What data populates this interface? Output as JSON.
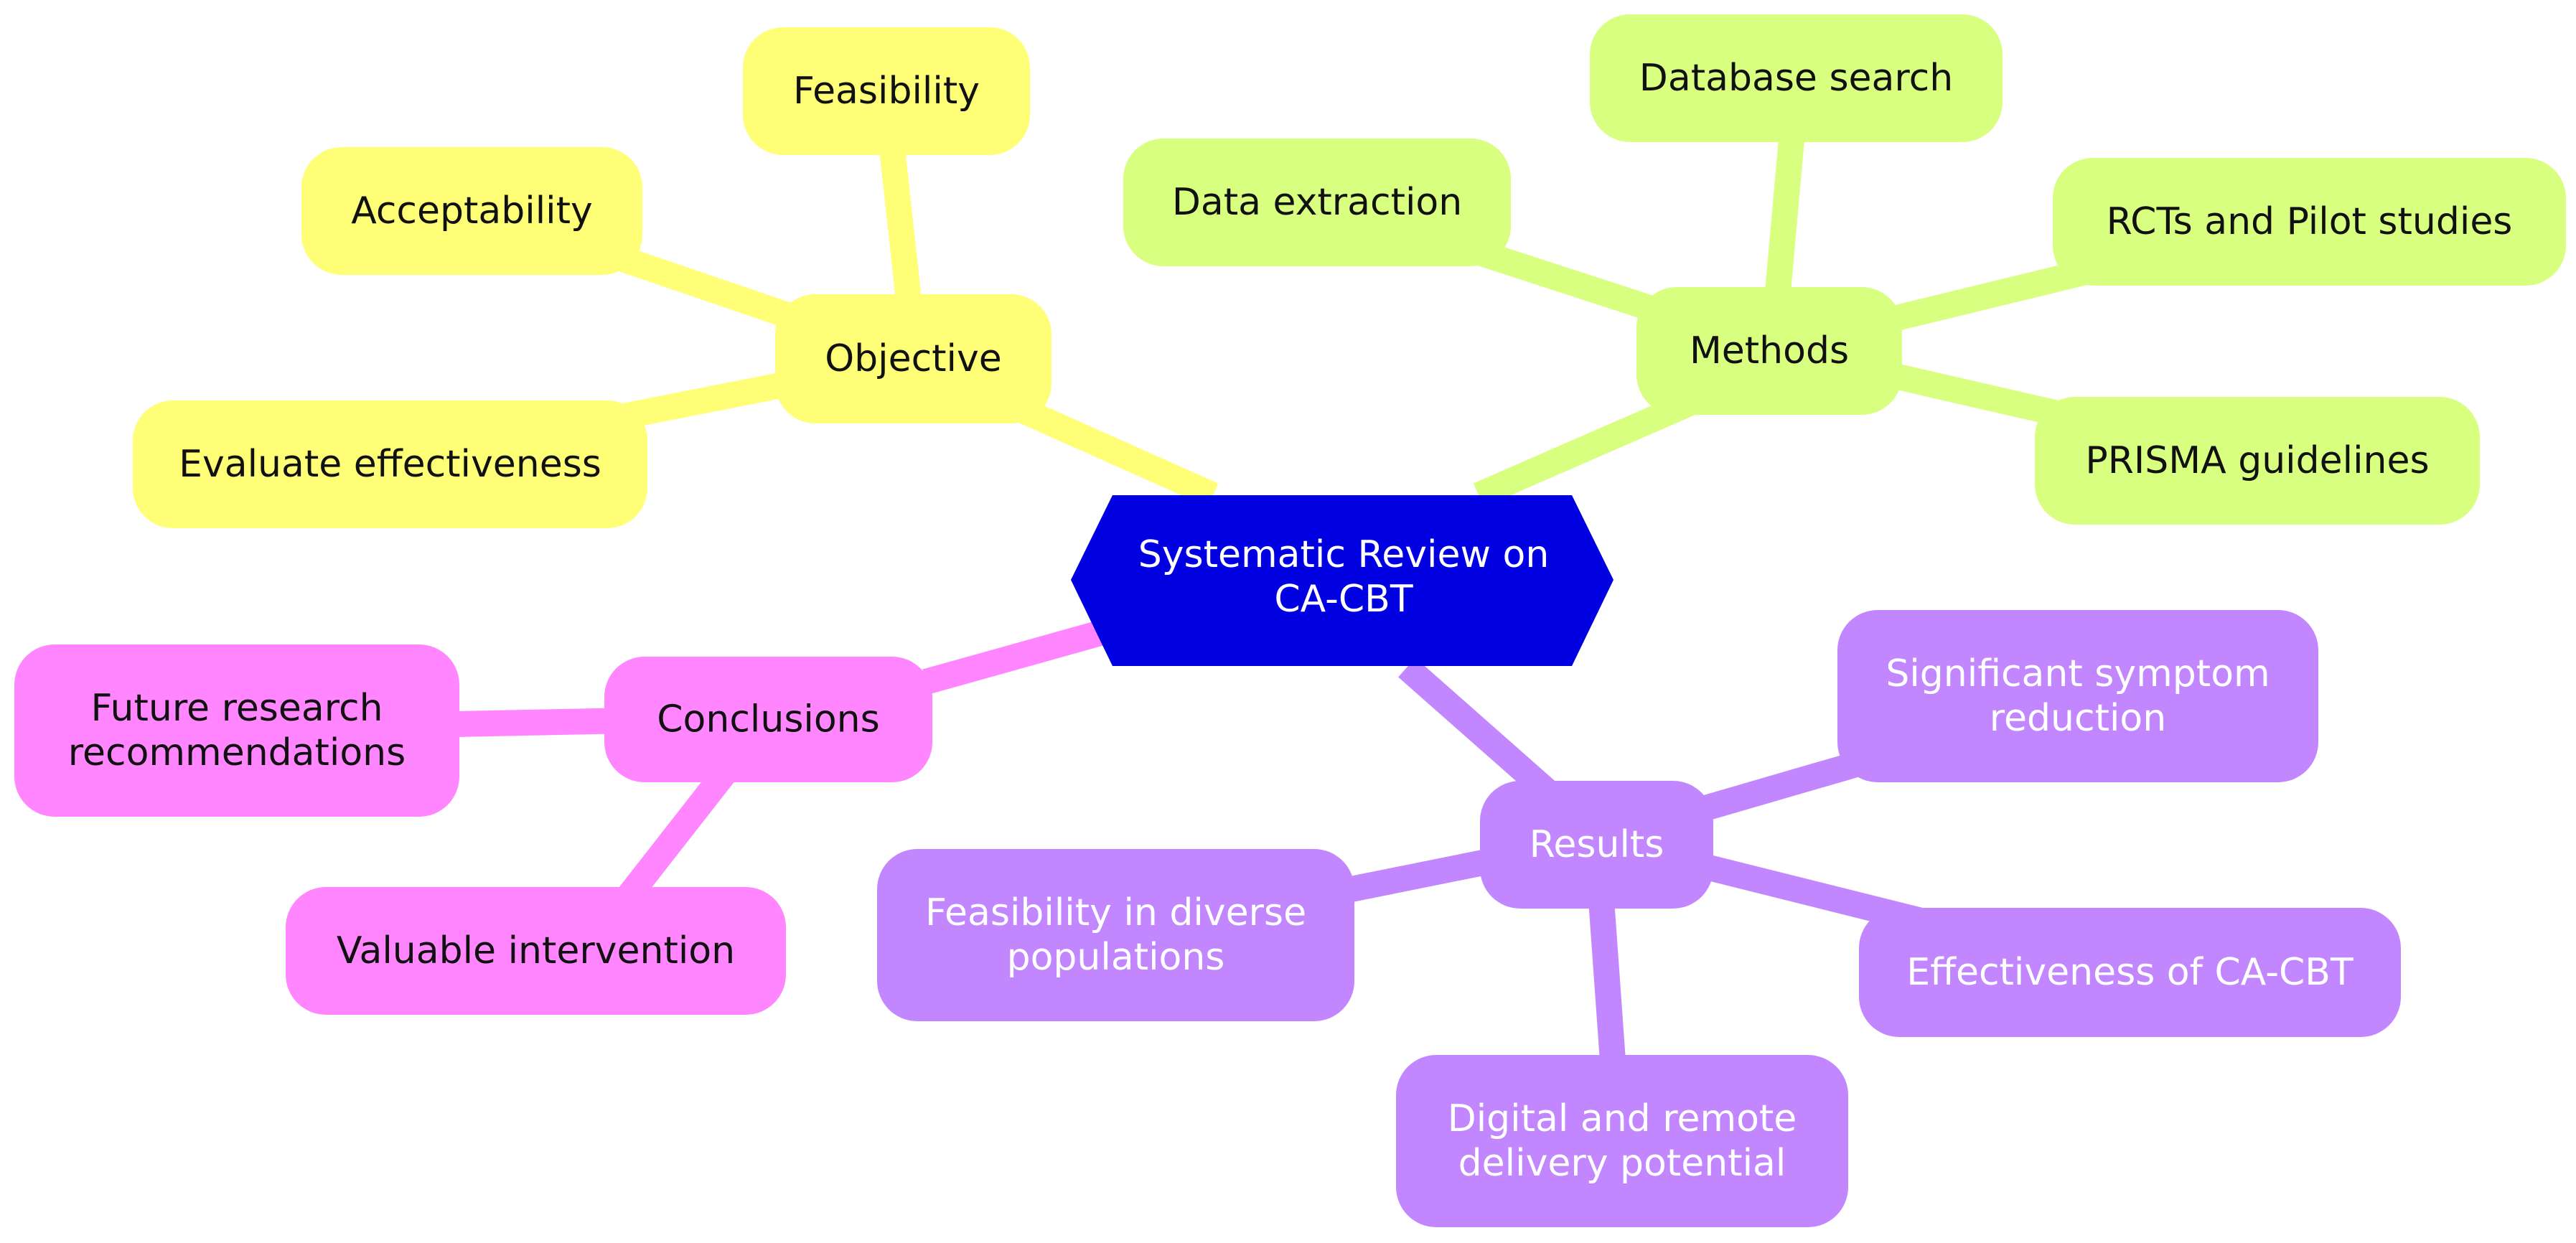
{
  "colors": {
    "root": "#0000e0",
    "root_text": "#ffffff",
    "objective": "#ffff77",
    "methods": "#d9ff80",
    "results": "#c287ff",
    "conclusions": "#ff86ff",
    "dark_text": "#111111",
    "light_text": "#ffffff"
  },
  "root": {
    "lines": [
      "Systematic Review on",
      "CA-CBT"
    ]
  },
  "branches": {
    "objective": {
      "label": "Objective",
      "children": {
        "feasibility": "Feasibility",
        "acceptability": "Acceptability",
        "evaluate": "Evaluate effectiveness"
      }
    },
    "methods": {
      "label": "Methods",
      "children": {
        "database": "Database search",
        "extraction": "Data extraction",
        "rcts": "RCTs and Pilot studies",
        "prisma": "PRISMA guidelines"
      }
    },
    "results": {
      "label": "Results",
      "children": {
        "symptom": [
          "Significant symptom",
          "reduction"
        ],
        "feasibility_diverse": [
          "Feasibility in diverse",
          "populations"
        ],
        "effectiveness": "Effectiveness of CA-CBT",
        "digital": [
          "Digital and remote",
          "delivery potential"
        ]
      }
    },
    "conclusions": {
      "label": "Conclusions",
      "children": {
        "future": [
          "Future research",
          "recommendations"
        ],
        "valuable": "Valuable intervention"
      }
    }
  }
}
